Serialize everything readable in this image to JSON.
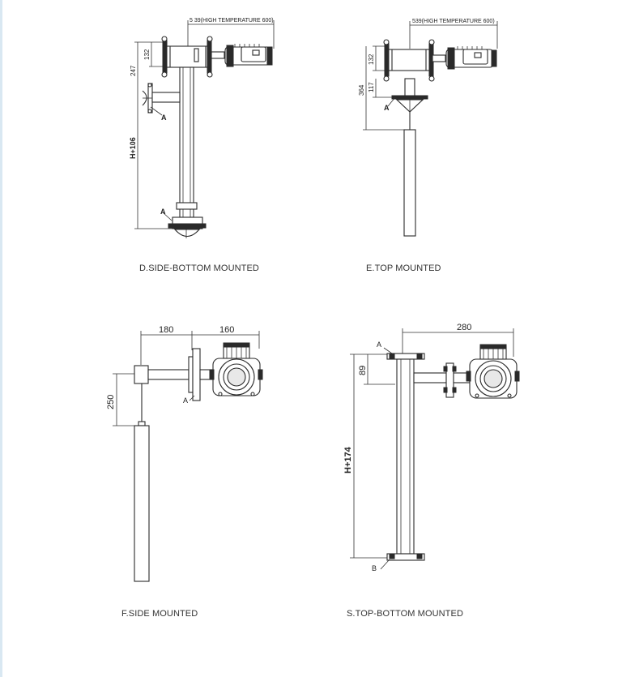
{
  "captions": {
    "d": "D.SIDE-BOTTOM MOUNTED",
    "e": "E.TOP MOUNTED",
    "f": "F.SIDE  MOUNTED",
    "s": "S.TOP-BOTTOM MOUNTED"
  },
  "dims_d": {
    "width": "5 39(HIGH TEMPERATURE 600)",
    "h132": "132",
    "h247": "247",
    "hmain": "H+106",
    "label_a1": "A",
    "label_a2": "A"
  },
  "dims_e": {
    "width": "539(HIGH TEMPERATURE 600)",
    "h132": "132",
    "h364": "364",
    "h117": "117",
    "label_a": "A"
  },
  "dims_f": {
    "w180": "180",
    "w160": "160",
    "h250": "250",
    "label_a": "A"
  },
  "dims_s": {
    "w280": "280",
    "h89": "89",
    "hmain": "H+174",
    "label_a": "A",
    "label_b": "B"
  },
  "colors": {
    "line": "#2a2a2a",
    "left_edge": "#d9e8f2"
  }
}
